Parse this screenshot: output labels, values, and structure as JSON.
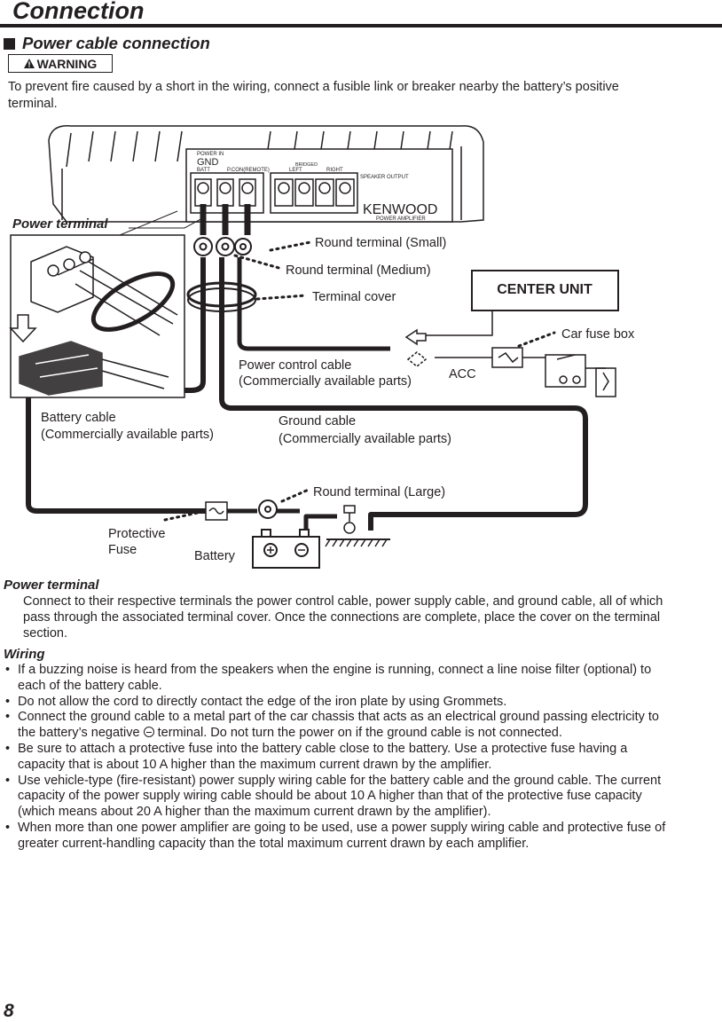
{
  "page": {
    "title": "Connection",
    "section_title": "Power cable connection",
    "warning_label": "WARNING",
    "intro": "To prevent fire caused by a short in the wiring, connect a fusible link or breaker nearby the battery’s positive terminal.",
    "page_number": "8"
  },
  "diagram": {
    "amp": {
      "power_in": "POWER IN",
      "gnd": "GND",
      "batt": "BATT",
      "pcon": "P.CON(REMOTE)",
      "bridged": "BRIDGED",
      "left": "LEFT",
      "right": "RIGHT",
      "speaker_output": "SPEAKER OUTPUT",
      "brand": "KENWOOD",
      "model": "POWER AMPLIFIER"
    },
    "labels": {
      "power_terminal": "Power terminal",
      "round_small": "Round terminal (Small)",
      "round_medium": "Round terminal (Medium)",
      "terminal_cover": "Terminal cover",
      "center_unit": "CENTER UNIT",
      "car_fuse_box": "Car fuse box",
      "power_control_cable_1": "Power control cable",
      "power_control_cable_2": "(Commercially available parts)",
      "acc": "ACC",
      "battery_cable_1": "Battery cable",
      "battery_cable_2": "(Commercially available parts)",
      "ground_cable_1": "Ground cable",
      "ground_cable_2": "(Commercially available parts)",
      "round_large": "Round terminal (Large)",
      "protective_fuse_1": "Protective",
      "protective_fuse_2": "Fuse",
      "battery": "Battery"
    }
  },
  "power_terminal": {
    "heading": "Power terminal",
    "text": "Connect to their respective terminals the power control cable, power supply cable, and ground cable, all of which pass through the associated terminal cover. Once the connections are complete, place the cover on the terminal section."
  },
  "wiring": {
    "heading": "Wiring",
    "bullet_1": "If a buzzing noise is heard from the speakers when the engine is running, connect a line noise filter (optional) to each of the battery cable.",
    "bullet_2": "Do not allow the cord to directly contact the edge of the iron plate by using Grommets.",
    "bullet_3a": "Connect the ground cable to a metal part of the car chassis that acts as an electrical ground passing electricity to the battery’s negative",
    "bullet_3b": "terminal. Do not turn the power on if the ground cable is not connected.",
    "bullet_4": "Be sure to attach a protective fuse into the battery cable close to the battery. Use a protective fuse having a capacity that is about 10 A higher than the maximum current drawn by the amplifier.",
    "bullet_5": "Use vehicle-type (fire-resistant) power supply wiring cable for the battery cable and the ground cable. The current capacity of the power supply wiring cable should be about 10 A higher than that of the protective fuse capacity (which means about 20 A higher than the maximum current drawn by the amplifier).",
    "bullet_6": "When more than one power amplifier are going to be used, use a power supply wiring cable and protective fuse of greater current-handling capacity than the total maximum current drawn by each amplifier."
  }
}
